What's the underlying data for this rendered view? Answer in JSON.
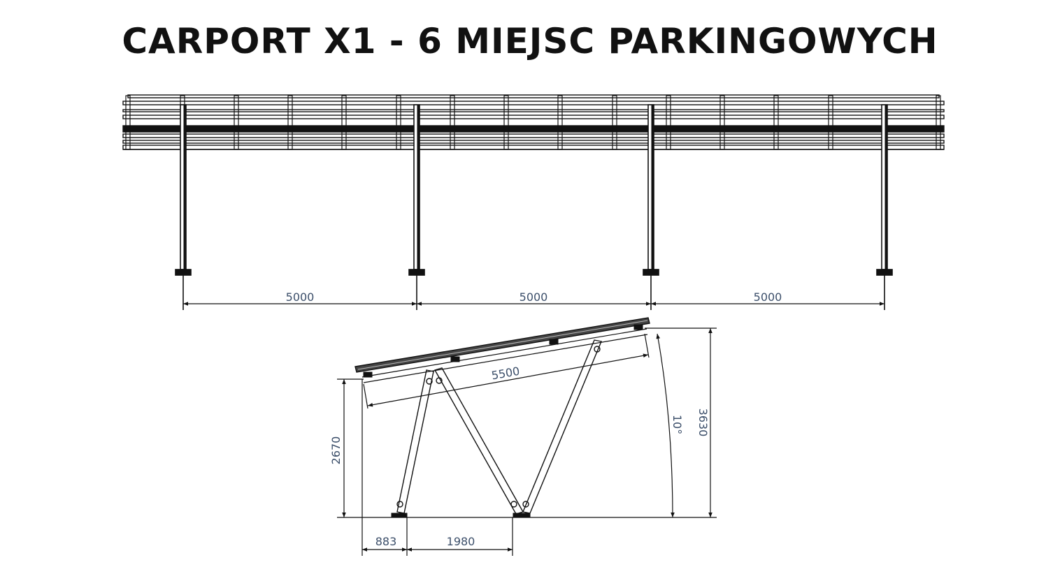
{
  "title": "CARPORT X1 - 6 MIEJSC PARKINGOWYCH",
  "colors": {
    "line": "#111111",
    "dimension_text": "#3c4f6a",
    "background": "#ffffff"
  },
  "front_view": {
    "label": "front elevation",
    "column_count": 4,
    "spans": [
      {
        "label": "5000"
      },
      {
        "label": "5000"
      },
      {
        "label": "5000"
      }
    ]
  },
  "side_view": {
    "label": "side elevation",
    "dimensions": {
      "panel_length": "5500",
      "low_edge_height": "2670",
      "high_edge_height": "3630",
      "tilt_angle": "10°",
      "front_offset": "883",
      "foot_spacing": "1980"
    }
  }
}
